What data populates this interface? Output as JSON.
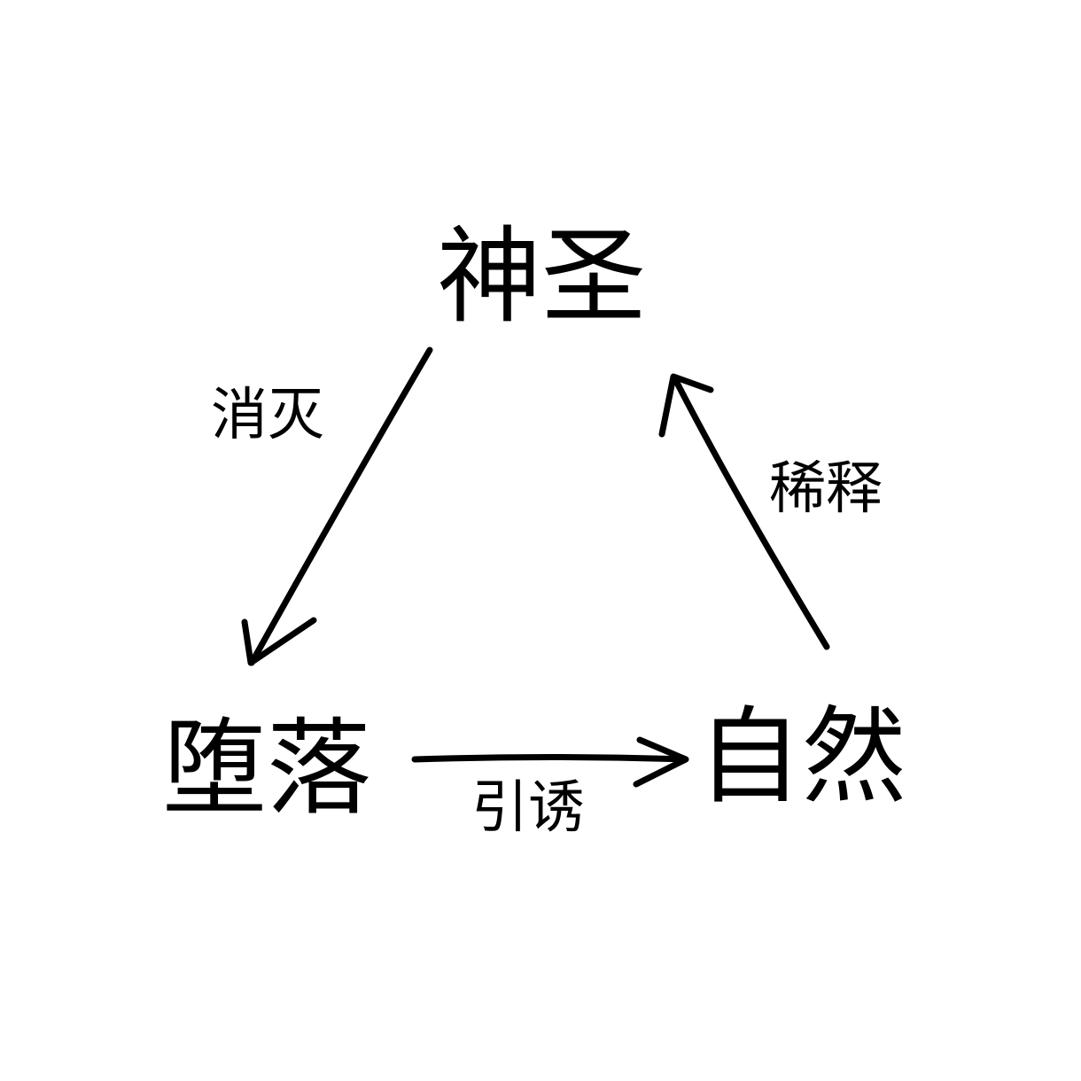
{
  "nodes": {
    "sacred": "神圣",
    "fall": "堕落",
    "nature": "自然"
  },
  "edges": {
    "destroy": "消灭",
    "dilute": "稀释",
    "tempt": "引诱"
  },
  "colors": {
    "ink": "#000000",
    "background": "#ffffff"
  }
}
